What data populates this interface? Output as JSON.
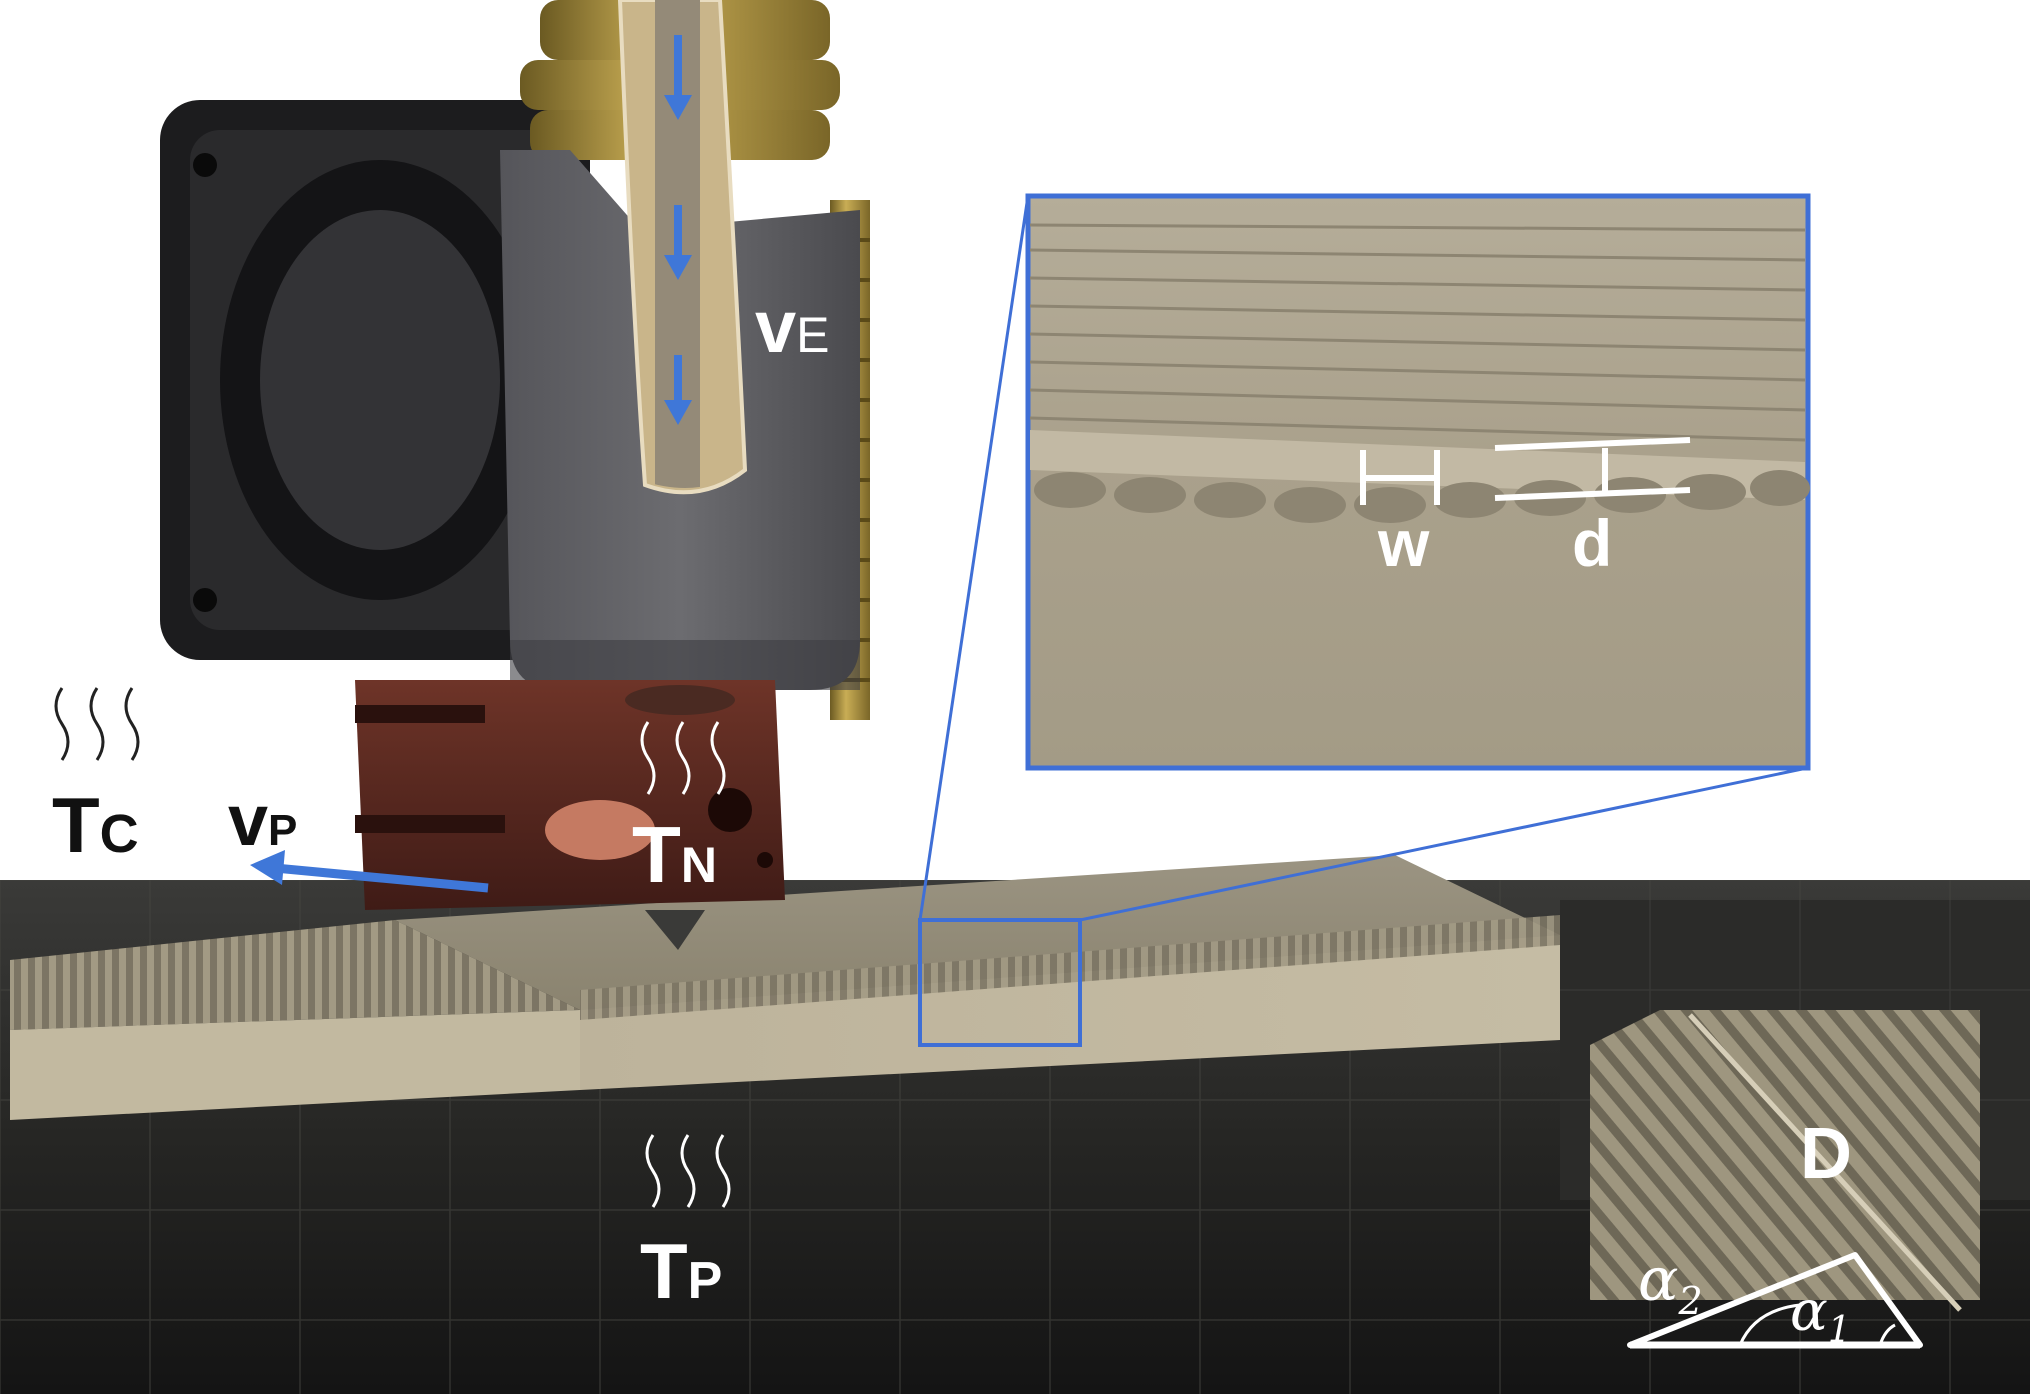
{
  "labels": {
    "extrusion_speed": {
      "main": "v",
      "sub": "E"
    },
    "print_speed": {
      "main": "v",
      "sub": "P"
    },
    "chamber_temp": {
      "main": "T",
      "sub": "C"
    },
    "nozzle_temp": {
      "main": "T",
      "sub": "N"
    },
    "platform_temp": {
      "main": "T",
      "sub": "P"
    },
    "raster_width": "w",
    "layer_spacing": "d",
    "density": "D",
    "angle_2": {
      "main": "α",
      "sub": "2"
    },
    "angle_1": {
      "main": "α",
      "sub": "1"
    }
  },
  "colors": {
    "callout_blue": "#3f6fd6",
    "arrow_blue": "#3f77d8",
    "filament_beige": "#b8ac8c",
    "heater_block": "#5a2a22",
    "platform_dark": "#2a2a28",
    "brass": "#a8903c"
  },
  "icons": {
    "heat_waves": "heat-waves-icon",
    "flow_arrow": "down-arrow-icon"
  }
}
